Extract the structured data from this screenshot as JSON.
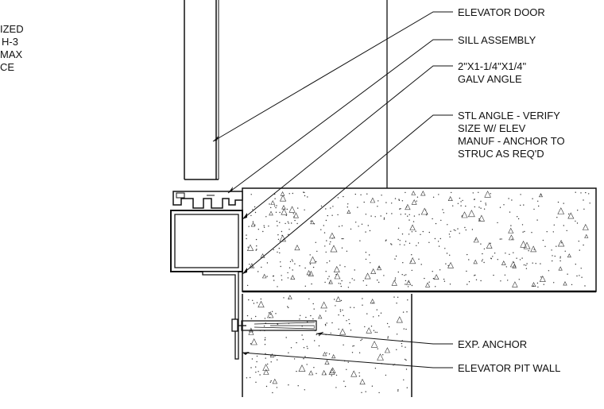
{
  "side_note": [
    "IZED",
    "H-3",
    "MAX",
    "CE"
  ],
  "callouts": [
    {
      "id": "elevator-door",
      "lines": [
        "ELEVATOR DOOR"
      ]
    },
    {
      "id": "sill-assembly",
      "lines": [
        "SILL ASSEMBLY"
      ]
    },
    {
      "id": "galv-angle",
      "lines": [
        "2\"X1-1/4\"X1/4\"",
        "GALV ANGLE"
      ]
    },
    {
      "id": "stl-angle",
      "lines": [
        "STL ANGLE - VERIFY",
        "SIZE W/ ELEV",
        "MANUF -  ANCHOR TO",
        "STRUC AS  REQ'D"
      ]
    },
    {
      "id": "exp-anchor",
      "lines": [
        "EXP. ANCHOR"
      ]
    },
    {
      "id": "elevator-pit-wall",
      "lines": [
        "ELEVATOR PIT WALL"
      ]
    }
  ],
  "colors": {
    "line": "#111111",
    "background": "#ffffff"
  }
}
